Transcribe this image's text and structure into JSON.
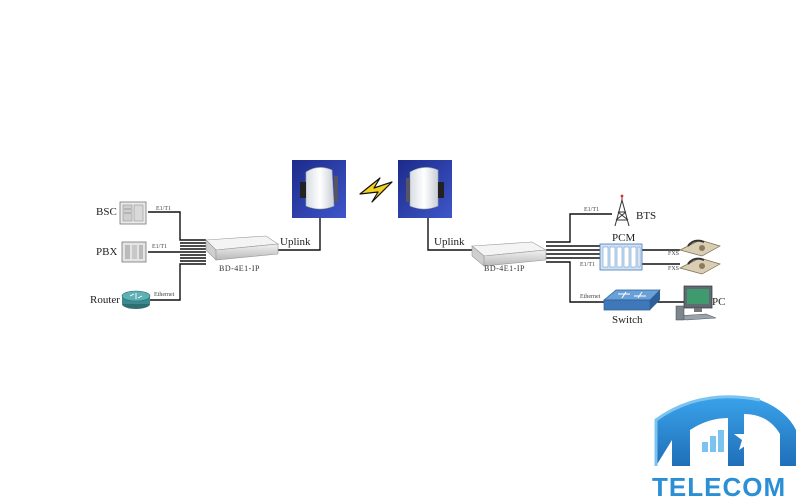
{
  "diagram": {
    "left": {
      "bsc": "BSC",
      "bsc_link": "E1/T1",
      "pbx": "PBX",
      "pbx_link": "E1/T1",
      "router": "Router",
      "router_link": "Ethernet",
      "device": "BD-4E1-IP",
      "uplink": "Uplink"
    },
    "right": {
      "uplink": "Uplink",
      "device": "BD-4E1-IP",
      "bts": "BTS",
      "bts_link": "E1/T1",
      "pcm": "PCM",
      "pcm_link": "E1/T1",
      "phone_link_1": "FXS",
      "phone_link_2": "FXS",
      "switch": "Switch",
      "switch_link": "Ethernet",
      "pc": "PC"
    }
  },
  "logo": {
    "text": "TELECOM",
    "colors": {
      "primary": "#2b8fd6",
      "light": "#7cc3f0"
    }
  }
}
